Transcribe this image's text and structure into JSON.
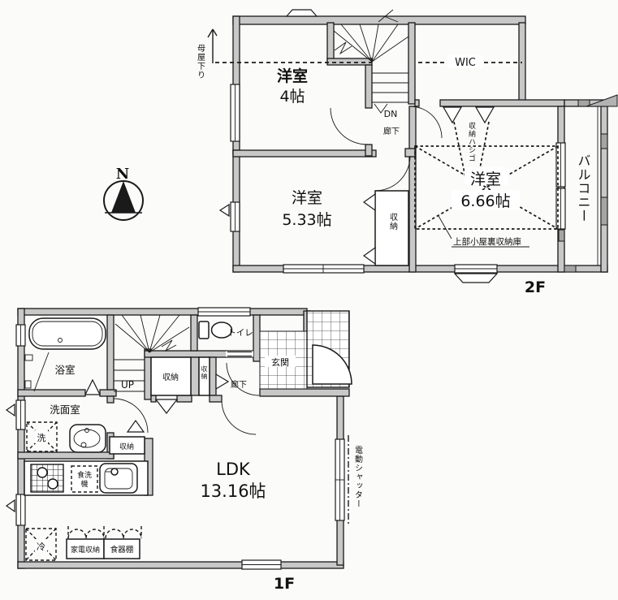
{
  "compass": {
    "north_label": "N"
  },
  "floor2": {
    "floor_label": "2F",
    "moya_kudari": "母屋下り",
    "room_west_name": "洋室",
    "room_west_size": "4帖",
    "wic": "WIC",
    "stairs_down": "DN",
    "hallway": "廊下",
    "ladder": "収納ハシゴ",
    "room_east_name": "洋室",
    "room_east_size": "6.66帖",
    "attic_note": "上部小屋裏収納庫",
    "room_south_name": "洋室",
    "room_south_size": "5.33帖",
    "closet": "収納",
    "balcony": "バルコニー"
  },
  "floor1": {
    "floor_label": "1F",
    "bathroom": "浴室",
    "washroom": "洗面室",
    "washer": "洗",
    "stairs_up": "UP",
    "hall_closet": "収納",
    "hall_closet2": "収納",
    "hallway": "廊下",
    "toilet": "トイレ",
    "entrance": "玄関",
    "washroom_closet": "収納",
    "dishwasher_line1": "食洗",
    "dishwasher_line2": "機",
    "ldk_name": "LDK",
    "ldk_size": "13.16帖",
    "shutter": "電動シャッター",
    "fridge": "冷",
    "appliance_storage": "家電収納",
    "cupboard": "食器棚"
  }
}
